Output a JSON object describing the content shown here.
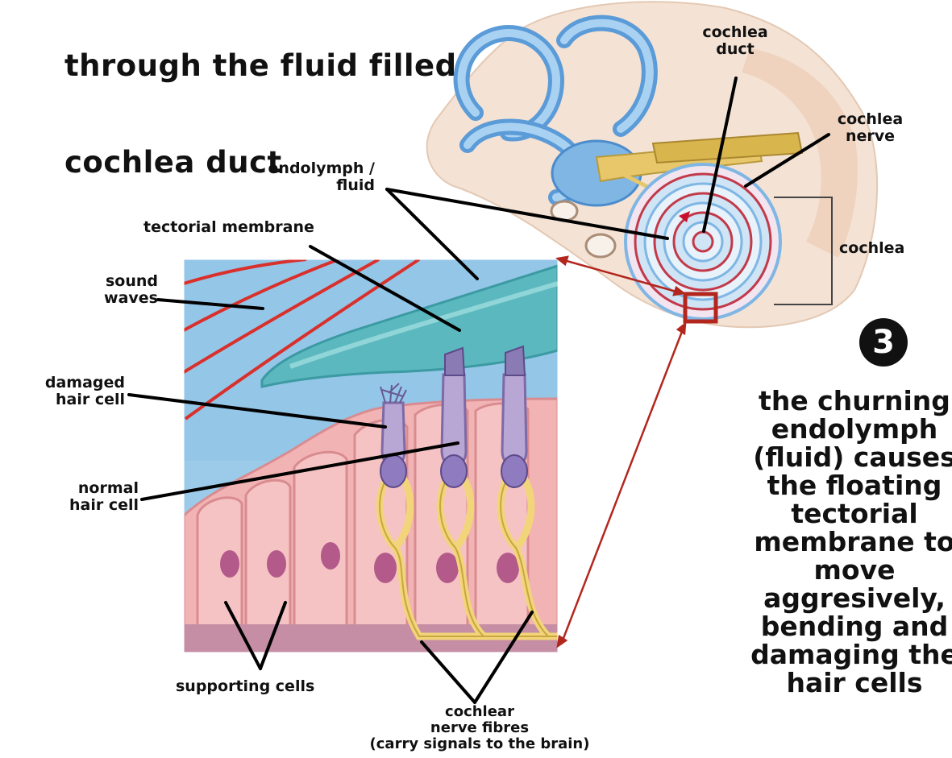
{
  "title": {
    "line1": "through the fluid filled",
    "line2": "cochlea duct"
  },
  "labels": {
    "cochlea_duct": "cochlea\nduct",
    "cochlea_nerve": "cochlea\nnerve",
    "cochlea": "cochlea",
    "endolymph": "endolymph /\nfluid",
    "tectorial_membrane": "tectorial membrane",
    "sound_waves": "sound\nwaves",
    "damaged_hair_cell": "damaged\nhair cell",
    "normal_hair_cell": "normal\nhair cell",
    "supporting_cells": "supporting cells",
    "cochlear_nerve_fibres": "cochlear\nnerve fibres\n(carry signals to the brain)"
  },
  "step": {
    "number": "3",
    "text": "the churning\nendolymph\n(fluid) causes\nthe floating\ntectorial\nmembrane to\nmove\naggresively,\nbending and\ndamaging the\nhair cells"
  },
  "colors": {
    "fluid_bg": "#9ccbea",
    "tectorial": "#5bb8bf",
    "tissue": "#f2b3b5",
    "hair_cell": "#b8a6d4",
    "nerve": "#f2d57a",
    "sound_wave": "#d9302c",
    "highlight_box": "#b3261e"
  }
}
